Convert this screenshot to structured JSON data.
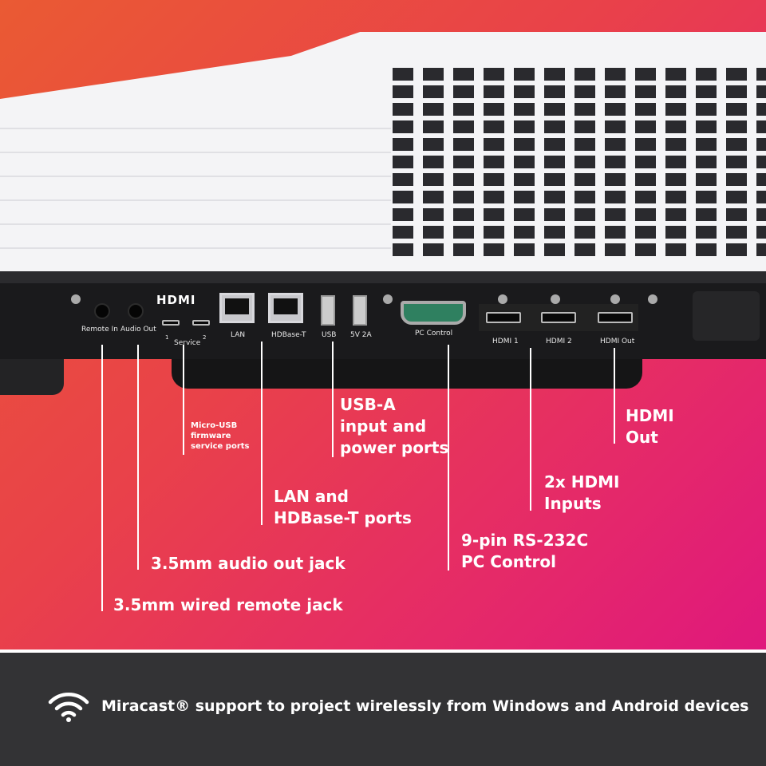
{
  "ports": {
    "remote_in": "Remote In",
    "audio_out": "Audio Out",
    "hdmi_logo": "HDMI",
    "service_1": "1",
    "service": "Service",
    "service_2": "2",
    "lan": "LAN",
    "hdbase_t": "HDBase-T",
    "usb": "USB",
    "usb_power": "5V 2A",
    "pc_control": "PC Control",
    "hdmi1": "HDMI 1",
    "hdmi2": "HDMI 2",
    "hdmi_out": "HDMI Out"
  },
  "callouts": {
    "micro_usb": "Micro-USB\nfirmware\nservice ports",
    "usb_a": "USB-A\ninput and\npower ports",
    "hdmi_out": "HDMI\nOut",
    "lan": "LAN and\nHDBase-T ports",
    "hdmi_inputs": "2x HDMI\nInputs",
    "rs232": "9-pin RS-232C\nPC Control",
    "audio": "3.5mm audio out jack",
    "remote": "3.5mm wired remote jack"
  },
  "footer": {
    "icon": "wifi-icon",
    "text": "Miracast® support to project wirelessly from Windows and Android devices"
  }
}
